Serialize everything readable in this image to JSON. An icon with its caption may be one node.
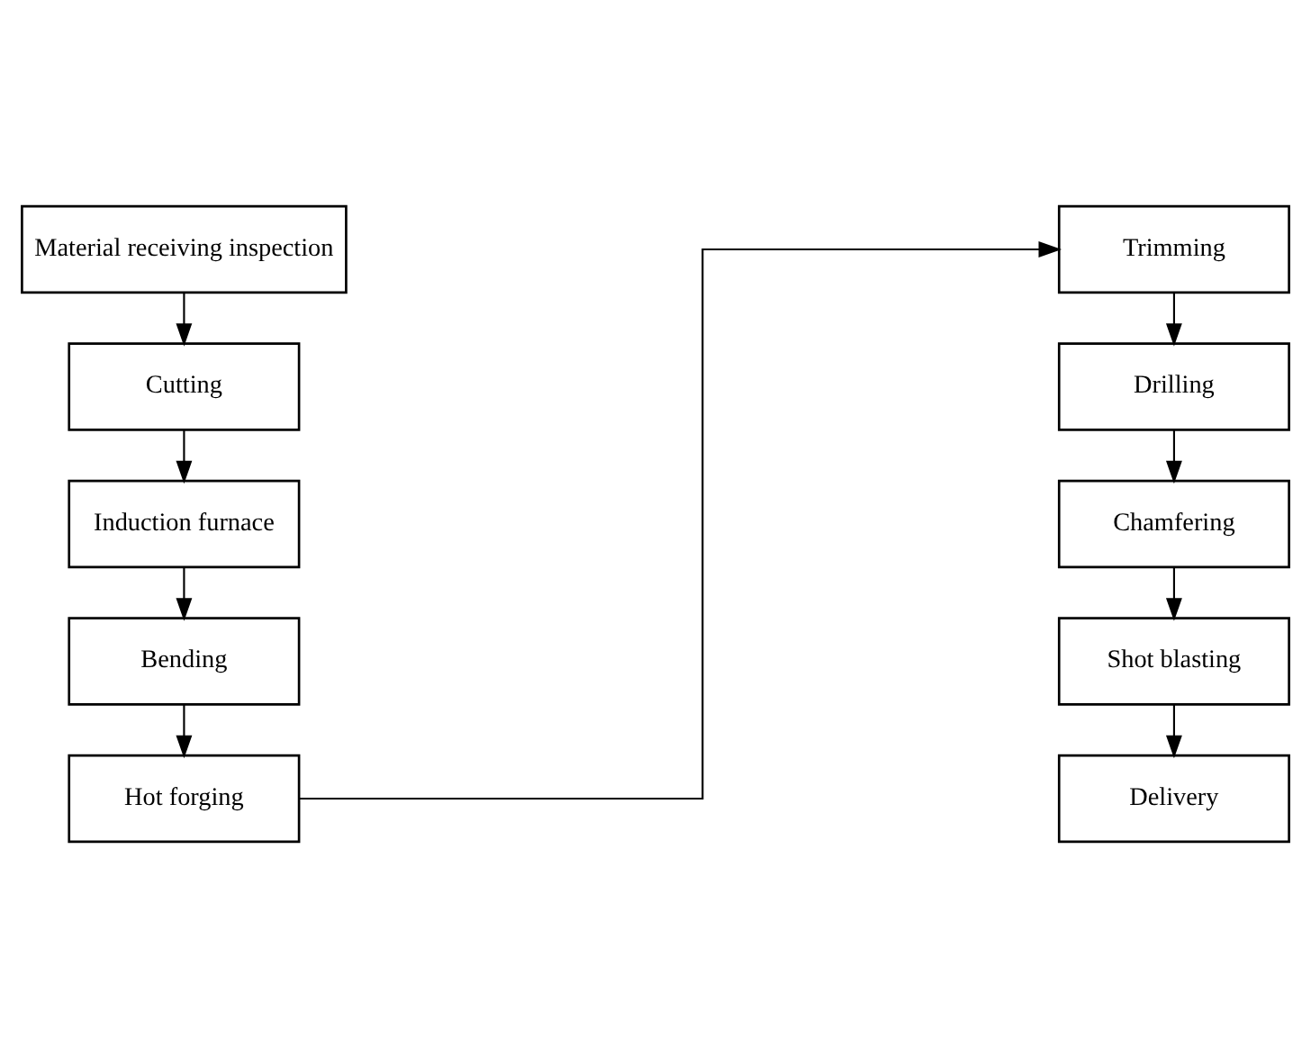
{
  "diagram": {
    "nodes": [
      {
        "text": [
          "Material receiving inspection"
        ]
      },
      {
        "text": [
          "Cutting"
        ]
      },
      {
        "text": [
          "Induction furnace"
        ]
      },
      {
        "text": [
          "Bending"
        ]
      },
      {
        "text": [
          "Hot forging"
        ]
      },
      {
        "text": [
          "Trimming"
        ]
      },
      {
        "text": [
          "Drilling"
        ]
      },
      {
        "text": [
          "Chamfering"
        ]
      },
      {
        "text": [
          "Shot blasting"
        ]
      },
      {
        "text": [
          "Delivery"
        ]
      }
    ],
    "edges": [
      {
        "from": 0,
        "to": 1,
        "arrow": "to"
      },
      {
        "from": 1,
        "to": 2,
        "arrow": "to"
      },
      {
        "from": 2,
        "to": 3,
        "arrow": "to"
      },
      {
        "from": 3,
        "to": 4,
        "arrow": "to"
      },
      {
        "from": 4,
        "to": 5,
        "arrow": "to"
      },
      {
        "from": 5,
        "to": 6,
        "arrow": "to"
      },
      {
        "from": 6,
        "to": 7,
        "arrow": "to"
      },
      {
        "from": 7,
        "to": 8,
        "arrow": "to"
      },
      {
        "from": 8,
        "to": 9,
        "arrow": "to"
      }
    ]
  }
}
